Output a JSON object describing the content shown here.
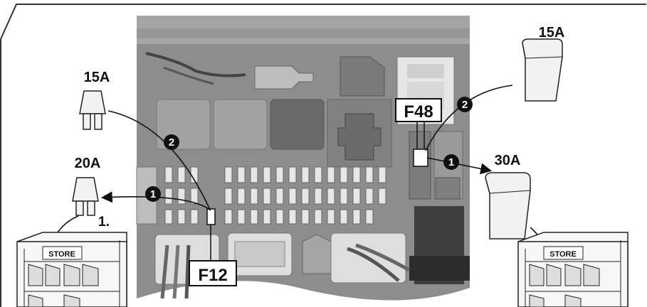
{
  "fuse_labels": {
    "left_top": "15A",
    "left_bottom": "20A",
    "right_top": "15A",
    "right_bottom": "30A"
  },
  "fuse_slots": {
    "left": "F12",
    "right": "F48"
  },
  "step_text": "1.",
  "store_labels": {
    "left": "STORE",
    "right": "STORE"
  },
  "markers": {
    "remove": "1",
    "insert": "2"
  },
  "colors": {
    "panel_bg": "#8f8f8f",
    "panel_dark": "#5e5e5e",
    "line": "#222222",
    "fuse_fill": "#f2f2f2",
    "marker": "#111111"
  }
}
